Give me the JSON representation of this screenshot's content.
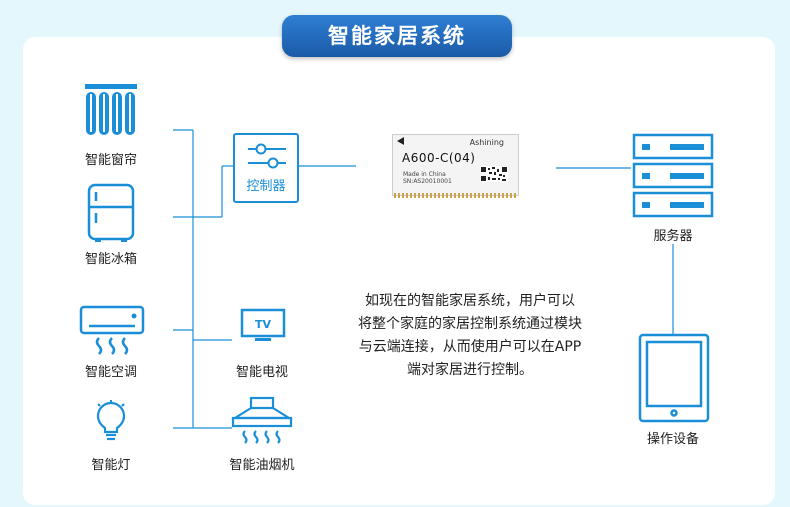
{
  "title": "智能家居系统",
  "devices": {
    "curtain": "智能窗帘",
    "fridge": "智能冰箱",
    "aircon": "智能空调",
    "lamp": "智能灯",
    "tv": "智能电视",
    "hood": "智能油烟机"
  },
  "tv_badge": "TV",
  "controller_label": "控制器",
  "module": {
    "brand": "Ashining",
    "model": "A600-C(04)",
    "made_in": "Made in China",
    "serial": "SN:AS20010001"
  },
  "server_label": "服务器",
  "operate_label": "操作设备",
  "description": [
    "如现在的智能家居系统，用户可以",
    "将整个家庭的家居控制系统通过模块",
    "与云端连接，从而使用户可以在APP",
    "端对家居进行控制。"
  ],
  "colors": {
    "accent": "#1a8fd8",
    "title_bg": "#1a5aa7",
    "page_bg": "#e3f7fc"
  }
}
